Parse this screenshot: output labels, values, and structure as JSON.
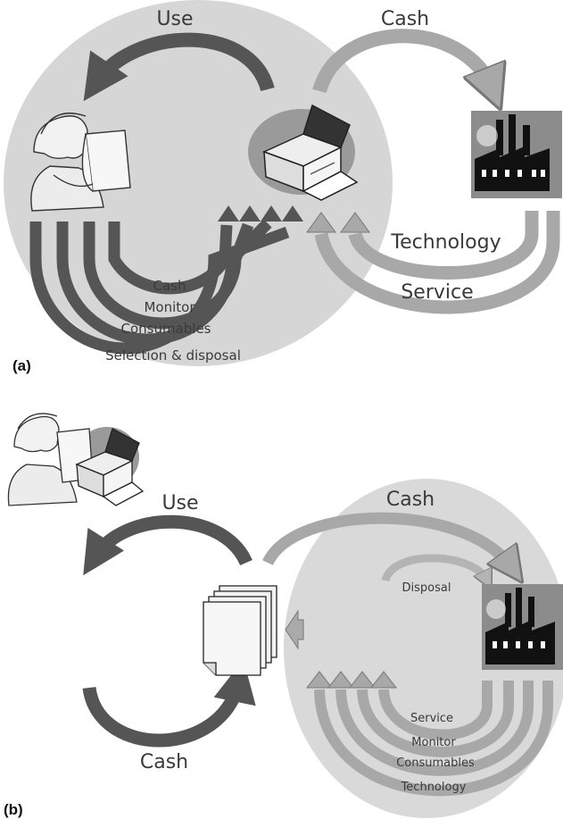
{
  "panel_a": {
    "label": "(a)",
    "top_left_flow": "Use",
    "top_right_flow": "Cash",
    "right_flows": [
      "Technology",
      "Service"
    ],
    "left_flows": [
      "Cash",
      "Monitor",
      "Consumables",
      "Selection & disposal"
    ]
  },
  "panel_b": {
    "label": "(b)",
    "left_top_flow": "Use",
    "left_bottom_flow": "Cash",
    "right_top_flow": "Cash",
    "inner_flow": "Disposal",
    "right_flows": [
      "Service",
      "Monitor",
      "Consumables",
      "Technology"
    ]
  },
  "colors": {
    "customer_circle": "#d6d6d6",
    "provider_circle": "#d9d9d9",
    "dark_arrow": "#555555",
    "light_arrow": "#a6a6a6"
  },
  "icons": [
    "user-icon",
    "printer-icon",
    "factory-icon",
    "documents-icon"
  ]
}
